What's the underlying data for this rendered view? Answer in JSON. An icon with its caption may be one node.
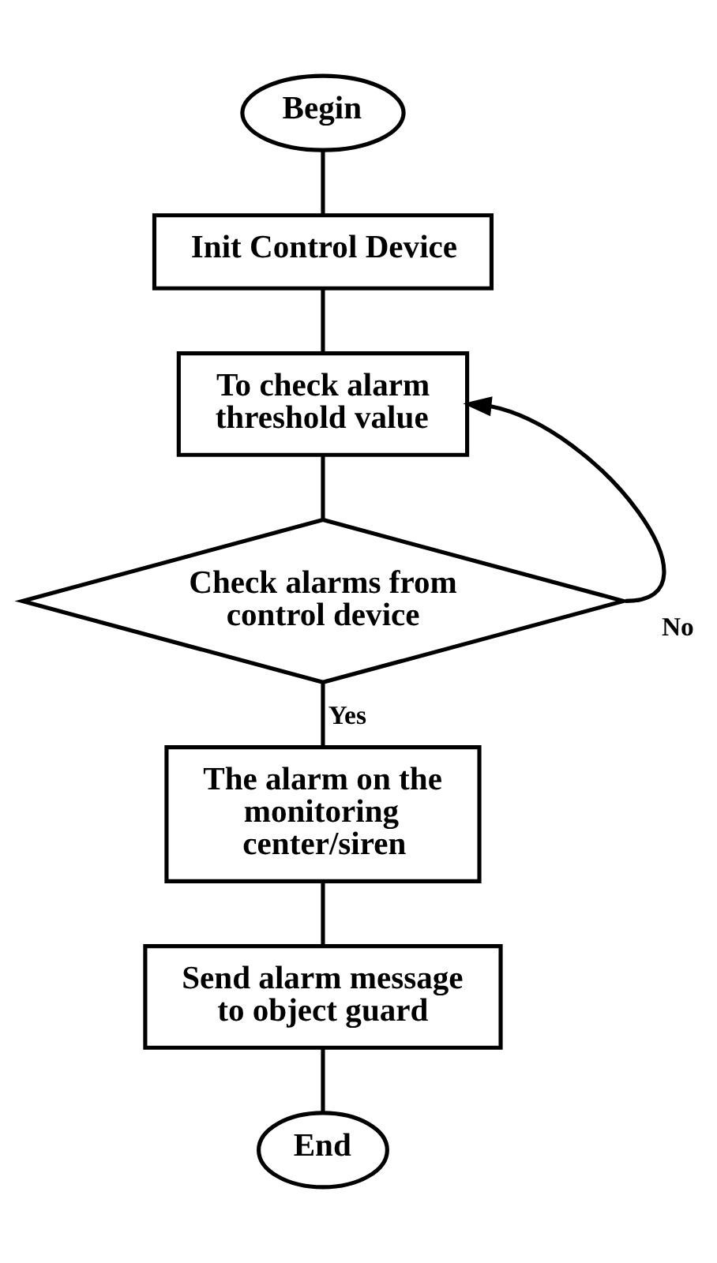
{
  "diagram": {
    "nodes": [
      {
        "text": [
          "Begin"
        ]
      },
      {
        "text": [
          "Init Control Device"
        ]
      },
      {
        "text": [
          "To check alarm threshold value"
        ]
      },
      {
        "text": [
          "Check alarms from control device"
        ]
      },
      {
        "text": [
          "The alarm on the monitoring center/siren"
        ]
      },
      {
        "text": [
          "Send alarm message to object guard"
        ]
      },
      {
        "text": [
          "End"
        ]
      }
    ],
    "edges": [
      {
        "from": 0,
        "to": 1,
        "arrow": "none"
      },
      {
        "from": 1,
        "to": 2,
        "arrow": "none"
      },
      {
        "from": 2,
        "to": 3,
        "arrow": "none"
      },
      {
        "from": 3,
        "to": 2,
        "arrow": "to",
        "label": "No"
      },
      {
        "from": 3,
        "to": 4,
        "arrow": "none",
        "label": "Yes"
      },
      {
        "from": 4,
        "to": 5,
        "arrow": "none"
      },
      {
        "from": 5,
        "to": 6,
        "arrow": "none"
      }
    ]
  }
}
